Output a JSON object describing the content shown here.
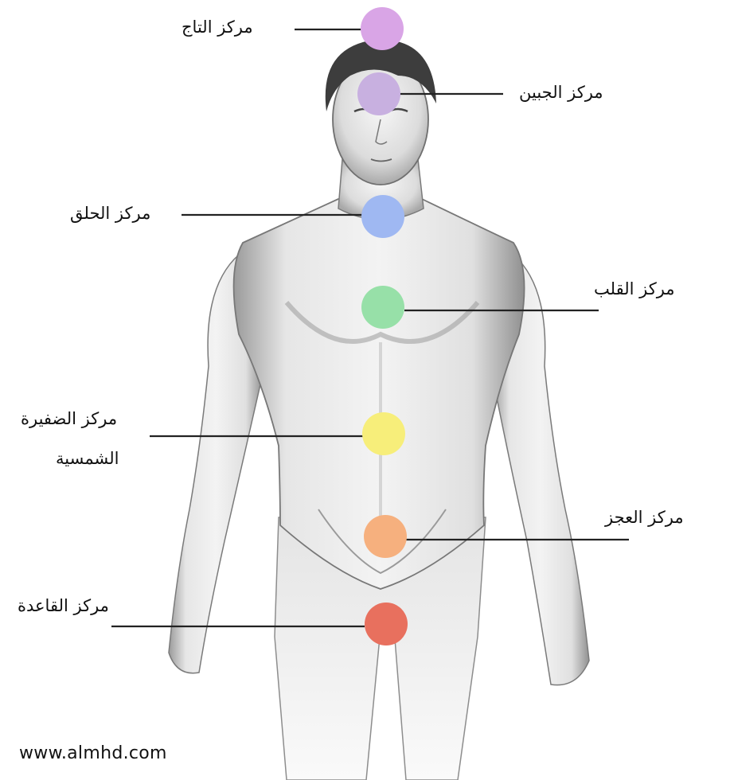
{
  "labels": {
    "crown": "مركز التاج",
    "brow": "مركز الجبين",
    "throat": "مركز الحلق",
    "heart": "مركز القلب",
    "solar_line1": "مركز الضفيرة",
    "solar_line2": "الشمسية",
    "sacral": "مركز العجز",
    "root": "مركز القاعدة"
  },
  "watermark": "www.almhd.com",
  "colors": {
    "crown": "#d9a5e6",
    "brow": "#c8b0e0",
    "throat": "#9fb8f2",
    "heart": "#97e0a8",
    "solar": "#f7ee7a",
    "sacral": "#f6b07e",
    "root": "#e8705e"
  }
}
